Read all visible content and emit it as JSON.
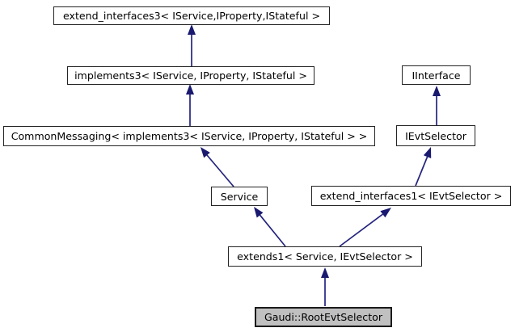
{
  "diagram": {
    "title": "Inheritance graph for Gaudi::RootEvtSelector",
    "type": "class-inheritance-diagram",
    "colors": {
      "arrow": "#191970",
      "node_background": "#ffffff",
      "node_border": "#242424",
      "highlighted_node_background": "#c0c0c0",
      "text": "#000000"
    },
    "nodes": [
      {
        "id": "extend_interfaces3",
        "label": "extend_interfaces3< IService,IProperty,IStateful >",
        "highlighted": false
      },
      {
        "id": "implements3",
        "label": "implements3< IService, IProperty, IStateful >",
        "highlighted": false
      },
      {
        "id": "common_messaging",
        "label": "CommonMessaging< implements3< IService, IProperty, IStateful > >",
        "highlighted": false
      },
      {
        "id": "service",
        "label": "Service",
        "highlighted": false
      },
      {
        "id": "iinterface",
        "label": "IInterface",
        "highlighted": false
      },
      {
        "id": "ievtselector",
        "label": "IEvtSelector",
        "highlighted": false
      },
      {
        "id": "extend_interfaces1",
        "label": "extend_interfaces1< IEvtSelector >",
        "highlighted": false
      },
      {
        "id": "extends1",
        "label": "extends1< Service, IEvtSelector >",
        "highlighted": false
      },
      {
        "id": "gaudi_rootevtselector",
        "label": "Gaudi::RootEvtSelector",
        "highlighted": true
      }
    ],
    "edges": [
      {
        "from": "implements3",
        "to": "extend_interfaces3"
      },
      {
        "from": "common_messaging",
        "to": "implements3"
      },
      {
        "from": "service",
        "to": "common_messaging"
      },
      {
        "from": "ievtselector",
        "to": "iinterface"
      },
      {
        "from": "extend_interfaces1",
        "to": "ievtselector"
      },
      {
        "from": "extends1",
        "to": "service"
      },
      {
        "from": "extends1",
        "to": "extend_interfaces1"
      },
      {
        "from": "gaudi_rootevtselector",
        "to": "extends1"
      }
    ]
  }
}
